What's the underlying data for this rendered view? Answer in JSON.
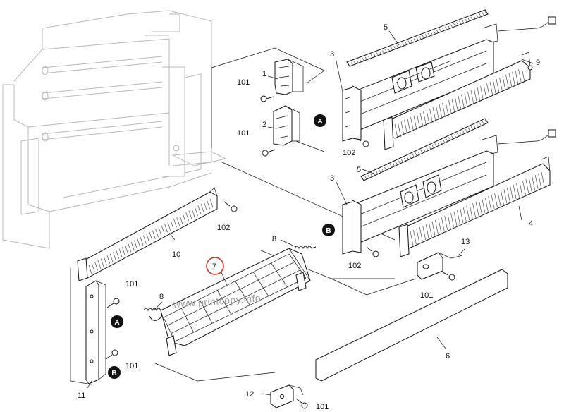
{
  "labels": {
    "p1": "1",
    "p2": "2",
    "p3a": "3",
    "p3b": "3",
    "p4": "4",
    "p5a": "5",
    "p5b": "5",
    "p6": "6",
    "p7": "7",
    "p8a": "8",
    "p8b": "8",
    "p9": "9",
    "p10": "10",
    "p11": "11",
    "p12": "12",
    "p13": "13",
    "s101a": "101",
    "s101b": "101",
    "s101c": "101",
    "s101d": "101",
    "s101e": "101",
    "s101f": "101",
    "s102a": "102",
    "s102b": "102",
    "s102c": "102"
  },
  "badges": {
    "a1": "A",
    "a2": "A",
    "b1": "B",
    "b2": "B"
  },
  "watermark": "www.printcopy.info",
  "colors": {
    "highlight_circle": "#c0392b",
    "badge_fill": "#111111",
    "frame_ghost": "#b8b8b8"
  }
}
